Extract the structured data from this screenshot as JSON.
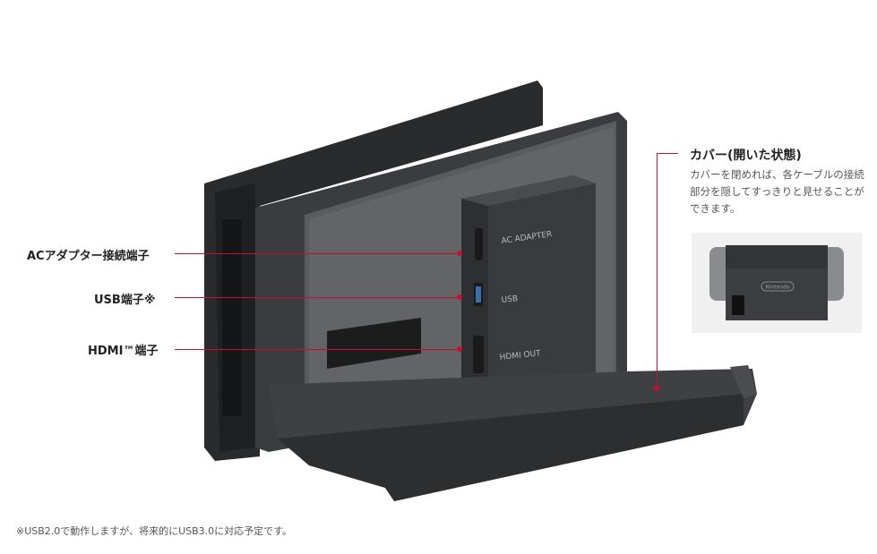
{
  "labels": {
    "ac": "ACアダプター接続端子",
    "usb": "USB端子※",
    "hdmi": "HDMI™端子"
  },
  "port_markings": {
    "ac": "AC ADAPTER",
    "usb": "USB",
    "hdmi": "HDMI OUT"
  },
  "cover": {
    "title": "カバー(開いた状態)",
    "description": "カバーを閉めれば、各ケーブルの接続部分を隠してすっきりと見せることができます。",
    "thumbnail_logo": "Nintendo"
  },
  "footnote": "※USB2.0で動作しますが、将来的にUSB3.0に対応予定です。",
  "colors": {
    "accent": "#c8102e"
  }
}
